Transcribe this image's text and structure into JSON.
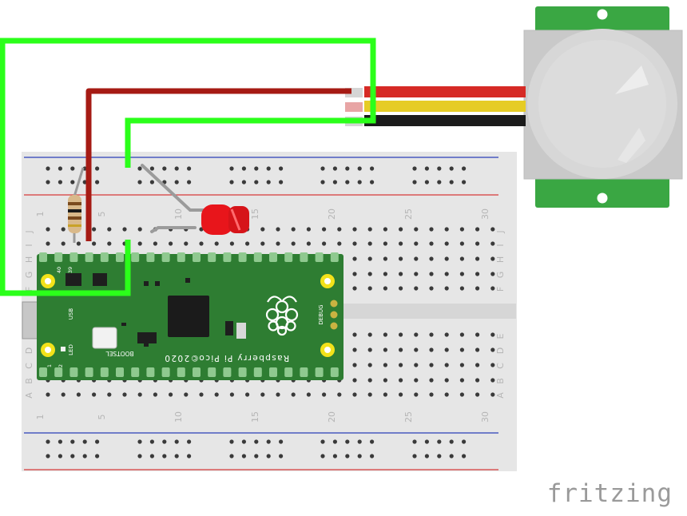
{
  "watermark": "fritzing",
  "breadboard": {
    "row_letters_top": [
      "J",
      "I",
      "H",
      "G",
      "F"
    ],
    "row_letters_bottom": [
      "E",
      "D",
      "C",
      "B",
      "A"
    ],
    "column_numbers": [
      "1",
      "5",
      "10",
      "15",
      "20",
      "25",
      "30"
    ]
  },
  "pico": {
    "name": "Raspberry Pi Pico",
    "copyright": "©2020",
    "bootsel_label": "BOOTSEL",
    "debug_label": "DEBUG",
    "usb_label": "USB",
    "led_label": "LED",
    "pin_1": "1",
    "pin_2": "2",
    "pin_39": "39",
    "pin_40": "40"
  },
  "pir_sensor": {
    "wires": [
      "red",
      "yellow",
      "black"
    ]
  },
  "colors": {
    "wire_green": "#2bff1a",
    "wire_red": "#a61b14",
    "pico_green": "#2e7d32",
    "breadboard": "#e6e6e6",
    "led": "#e8151b",
    "rail_blue": "#2a3fb8",
    "rail_red": "#d63b3b",
    "pir_board": "#3aa743"
  }
}
